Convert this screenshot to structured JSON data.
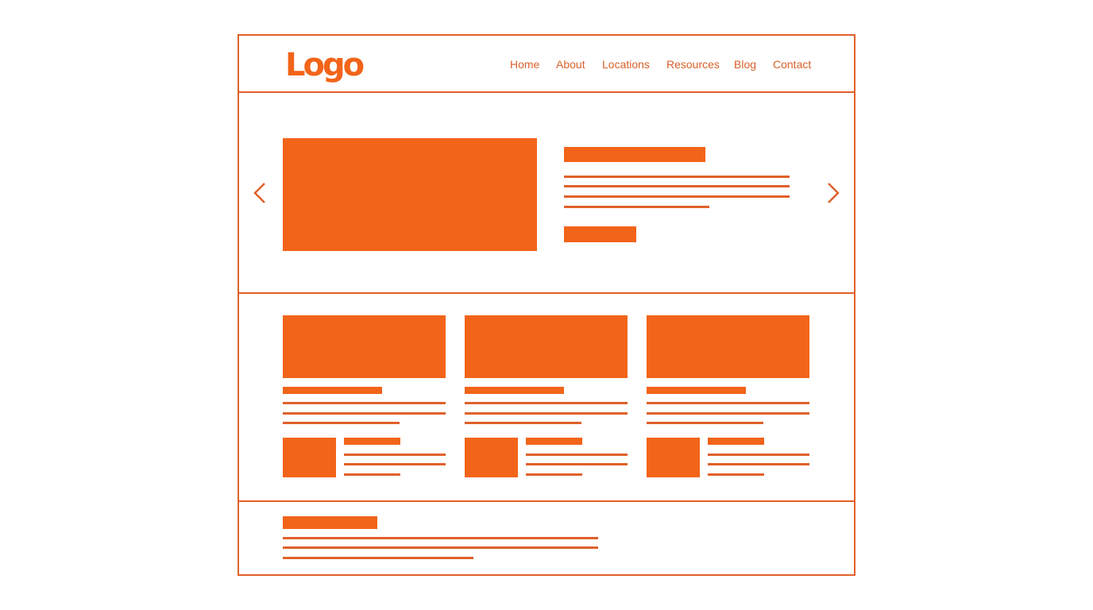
{
  "header": {
    "logo_text": "Logo",
    "nav": [
      {
        "label": "Home"
      },
      {
        "label": "About"
      },
      {
        "label": "Locations"
      },
      {
        "label": "Resources"
      },
      {
        "label": "Blog"
      },
      {
        "label": "Contact"
      }
    ]
  },
  "colors": {
    "accent": "#F26419",
    "line": "#E0612A",
    "background": "#FFFFFF"
  },
  "icons": {
    "prev": "chevron-left-icon",
    "next": "chevron-right-icon"
  }
}
